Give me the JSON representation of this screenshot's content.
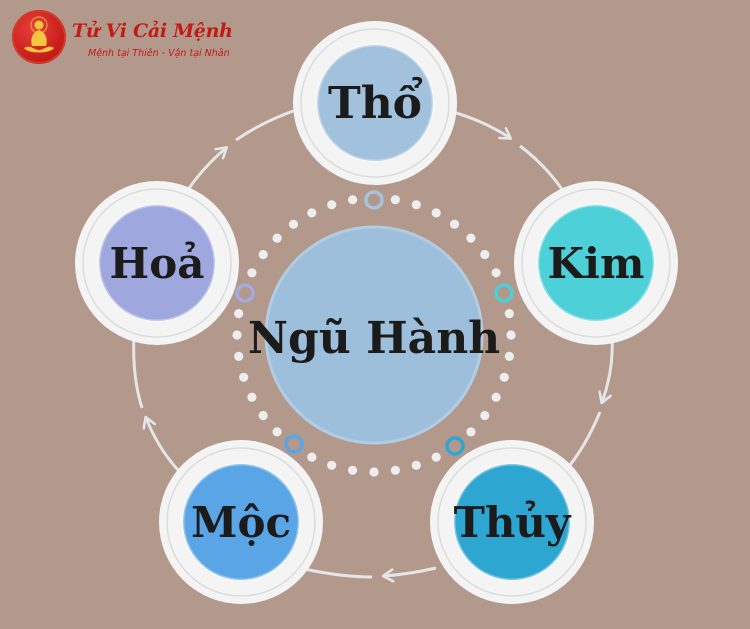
{
  "logo": {
    "title": "Tử Vi Cải Mệnh",
    "subtitle": "Mệnh tại Thiên - Vận tại Nhân"
  },
  "center": {
    "label": "Ngũ Hành",
    "color": "#9ebfdc"
  },
  "nodes": [
    {
      "id": "tho",
      "label": "Thổ",
      "color": "#a1c1dd"
    },
    {
      "id": "kim",
      "label": "Kim",
      "color": "#4dd0d8"
    },
    {
      "id": "thuy",
      "label": "Thủy",
      "color": "#2ea6d2"
    },
    {
      "id": "moc",
      "label": "Mộc",
      "color": "#5aa5e6"
    },
    {
      "id": "hoa",
      "label": "Hoả",
      "color": "#9fa8de"
    }
  ],
  "colors": {
    "background": "#b3998c",
    "ring": "#ececec",
    "arrow": "#e6e6e6",
    "dot": "#eeeeee",
    "brand": "#c41a15"
  }
}
